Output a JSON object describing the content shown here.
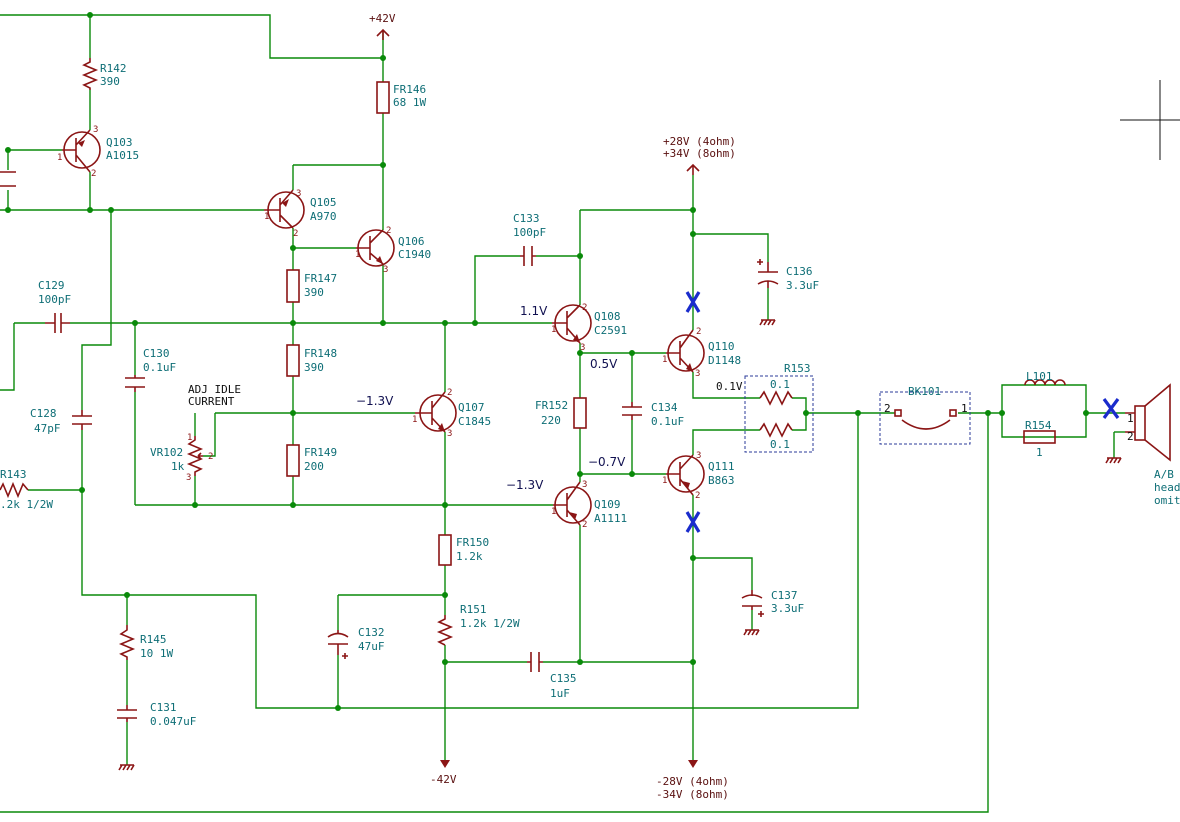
{
  "rails": {
    "pos42": "+42V",
    "neg42": "-42V",
    "pos_out_1": "+28V (4ohm)",
    "pos_out_2": "+34V (8ohm)",
    "neg_out_1": "-28V (4ohm)",
    "neg_out_2": "-34V (8ohm)"
  },
  "components": {
    "R142": {
      "ref": "R142",
      "value": "390"
    },
    "Q103": {
      "ref": "Q103",
      "value": "A1015"
    },
    "Q105": {
      "ref": "Q105",
      "value": "A970"
    },
    "Q106": {
      "ref": "Q106",
      "value": "C1940"
    },
    "FR146": {
      "ref": "FR146",
      "value": "68 1W"
    },
    "FR147": {
      "ref": "FR147",
      "value": "390"
    },
    "FR148": {
      "ref": "FR148",
      "value": "390"
    },
    "FR149": {
      "ref": "FR149",
      "value": "200"
    },
    "FR150": {
      "ref": "FR150",
      "value": "1.2k"
    },
    "R151": {
      "ref": "R151",
      "value": "1.2k 1/2W"
    },
    "FR152": {
      "ref": "FR152",
      "value": "220"
    },
    "R153": {
      "ref": "R153",
      "value_a": "0.1",
      "value_b": "0.1"
    },
    "R154": {
      "ref": "R154",
      "value": "1"
    },
    "R143": {
      "ref": "R143",
      "value": ".2k 1/2W"
    },
    "R145": {
      "ref": "R145",
      "value": "10 1W"
    },
    "C128": {
      "ref": "C128",
      "value": "47pF"
    },
    "C129": {
      "ref": "C129",
      "value": "100pF"
    },
    "C130": {
      "ref": "C130",
      "value": "0.1uF"
    },
    "C131": {
      "ref": "C131",
      "value": "0.047uF"
    },
    "C132": {
      "ref": "C132",
      "value": "47uF"
    },
    "C133": {
      "ref": "C133",
      "value": "100pF"
    },
    "C134": {
      "ref": "C134",
      "value": "0.1uF"
    },
    "C135": {
      "ref": "C135",
      "value": "1uF"
    },
    "C136": {
      "ref": "C136",
      "value": "3.3uF"
    },
    "C137": {
      "ref": "C137",
      "value": "3.3uF"
    },
    "Q107": {
      "ref": "Q107",
      "value": "C1845"
    },
    "Q108": {
      "ref": "Q108",
      "value": "C2591"
    },
    "Q109": {
      "ref": "Q109",
      "value": "A1111"
    },
    "Q110": {
      "ref": "Q110",
      "value": "D1148"
    },
    "Q111": {
      "ref": "Q111",
      "value": "B863"
    },
    "VR102": {
      "ref": "VR102",
      "value": "1k"
    },
    "L101": {
      "ref": "L101"
    },
    "BK101": {
      "ref": "BK101"
    }
  },
  "annotations": {
    "adj_idle_1": "ADJ IDLE",
    "adj_idle_2": "CURRENT",
    "v_q108": "1.1V",
    "v_q107": "−1.3V",
    "v_q110": "0.5V",
    "v_q111": "−0.7V",
    "v_q109": "−1.3V",
    "v_r153": "0.1V",
    "speaker_1": "A/B",
    "speaker_2": "head",
    "speaker_3": "omit"
  },
  "pins": {
    "p1": "1",
    "p2": "2",
    "p3": "3"
  }
}
